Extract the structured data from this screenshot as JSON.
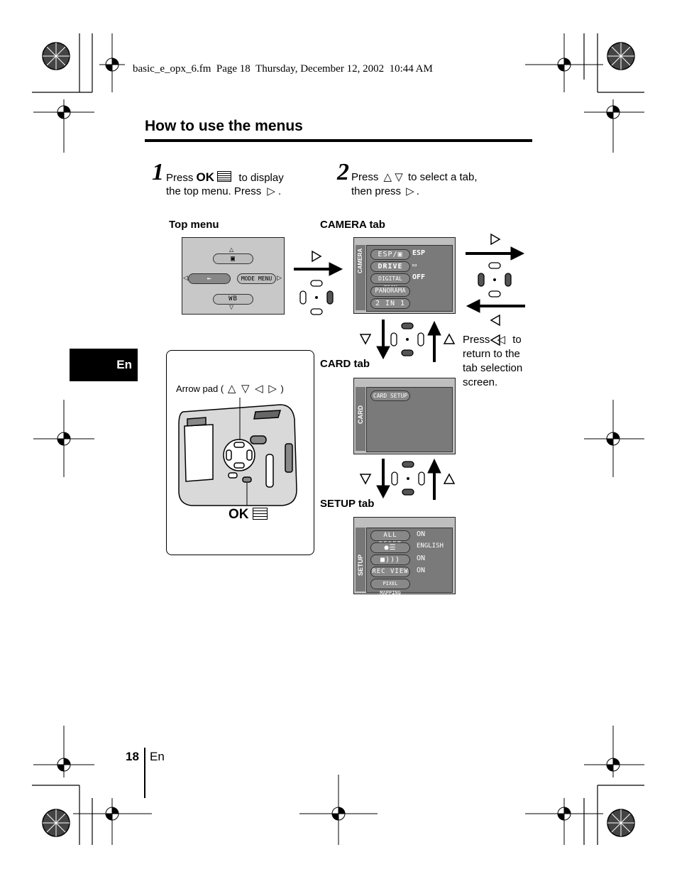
{
  "header_line": "basic_e_opx_6.fm  Page 18  Thursday, December 12, 2002  10:44 AM",
  "title": "How to use the menus",
  "step1": {
    "number": "1",
    "press": "Press",
    "ok": "OK",
    "text_a": "to display",
    "text_b": "the top menu. Press",
    "text_c": "."
  },
  "step2": {
    "number": "2",
    "press": "Press",
    "text_a": "to select a tab,",
    "text_b": "then press",
    "text_c": "."
  },
  "labels": {
    "top_menu": "Top menu",
    "camera_tab": "CAMERA tab",
    "card_tab": "CARD tab",
    "setup_tab": "SETUP tab"
  },
  "side_note": {
    "press": "Press",
    "to": "to",
    "line2": "return to the",
    "line3": "tab selection",
    "line4": "screen."
  },
  "tab_marker": "En",
  "camera_box": {
    "arrow_pad_open": "Arrow pad (",
    "arrow_pad_close": ")",
    "ok": "OK"
  },
  "top_menu_screen": {
    "mode_menu": "MODE MENU",
    "wb": "WB"
  },
  "camera_screen": {
    "side_label": "CAMERA",
    "items": [
      "ESP/▣",
      "DRIVE",
      "DIGITAL ZOOM",
      "PANORAMA",
      "2  IN  1"
    ],
    "values": [
      "ESP",
      "▭",
      "OFF"
    ]
  },
  "card_screen": {
    "side_label": "CARD",
    "items": [
      "CARD SETUP"
    ]
  },
  "setup_screen": {
    "side_label": "SETUP",
    "items": [
      "ALL RESET",
      "●☰",
      "■)))",
      "REC VIEW",
      "PIXEL MAPPING"
    ],
    "values": [
      "ON",
      "ENGLISH",
      "ON",
      "ON"
    ]
  },
  "footer": {
    "page_number": "18",
    "lang": "En"
  }
}
